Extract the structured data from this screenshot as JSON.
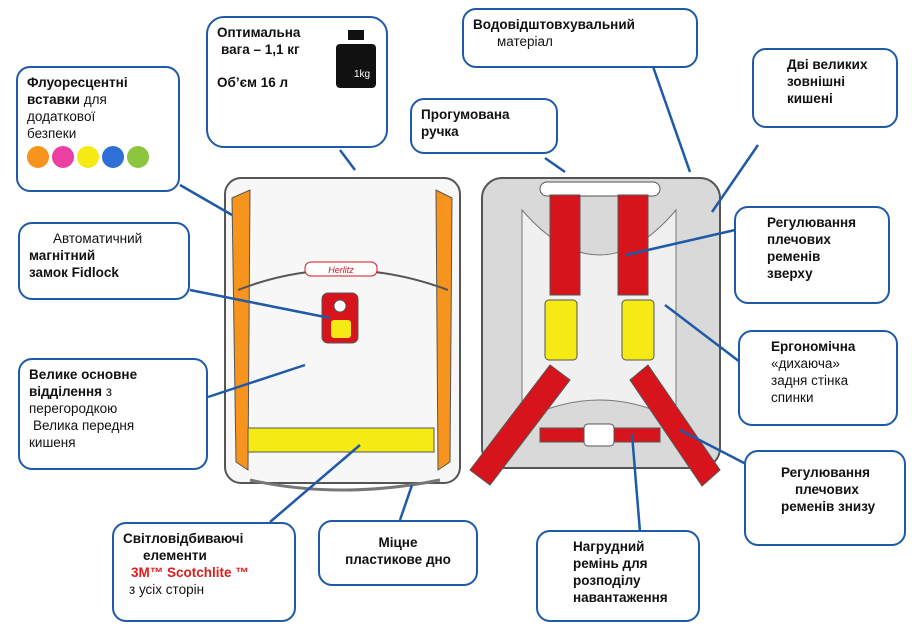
{
  "callouts": {
    "weight": {
      "line1": "Оптимальна",
      "line2": "вага – 1,1 кг",
      "line3": "Об’єм 16 л",
      "icon_label": "1kg"
    },
    "fluor": {
      "title1": "Флуоресцентні",
      "title2": "вставки",
      "rest1": " для",
      "rest2": "додаткової",
      "rest3": "безпеки",
      "colors": [
        "#f7941d",
        "#ec3fa3",
        "#f5ea14",
        "#2e6fd8",
        "#8cc63f"
      ]
    },
    "lock": {
      "line1": "Автоматичний",
      "line2": "магнітний",
      "line3": "замок Fidlock"
    },
    "main": {
      "title1": "Велике основне",
      "title2": "відділення",
      "rest1": " з",
      "rest2": "перегородкою",
      "line4": "Велика  передня",
      "line5": "кишеня"
    },
    "reflect": {
      "line1": "Світловідбиваючі",
      "line2": "елементи",
      "line3": "3M™  Scotchlite  ™",
      "line4": "з усіх сторін"
    },
    "bottom": {
      "line1": "Міцне",
      "line2": "пластикове дно"
    },
    "waterproof": {
      "line1": "Водовідштовхувальний",
      "line2": "матеріал"
    },
    "handle": {
      "line1": "Прогумована",
      "line2": "ручка"
    },
    "pockets": {
      "line1": "Дві великих",
      "line2": "зовнішні",
      "line3": "кишені"
    },
    "top_adjust": {
      "line1": "Регулювання",
      "line2": "плечових",
      "line3": "ременів",
      "line4": "зверху"
    },
    "back": {
      "line1": "Ергономічна",
      "line2": "«дихаюча»",
      "line3": "задня стінка",
      "line4": "спинки"
    },
    "low_adjust": {
      "line1": "Регулювання",
      "line2": "плечових",
      "line3": "ременів знизу"
    },
    "chest": {
      "line1": "Нагрудний",
      "line2": "ремінь для",
      "line3": "розподілу",
      "line4": "навантаження"
    }
  },
  "brand_logo": "Herlitz",
  "colors": {
    "accent": "#1f5aa8",
    "strap": "#d7141c",
    "reflective": "#f5ea14",
    "insert": "#f7941d"
  }
}
